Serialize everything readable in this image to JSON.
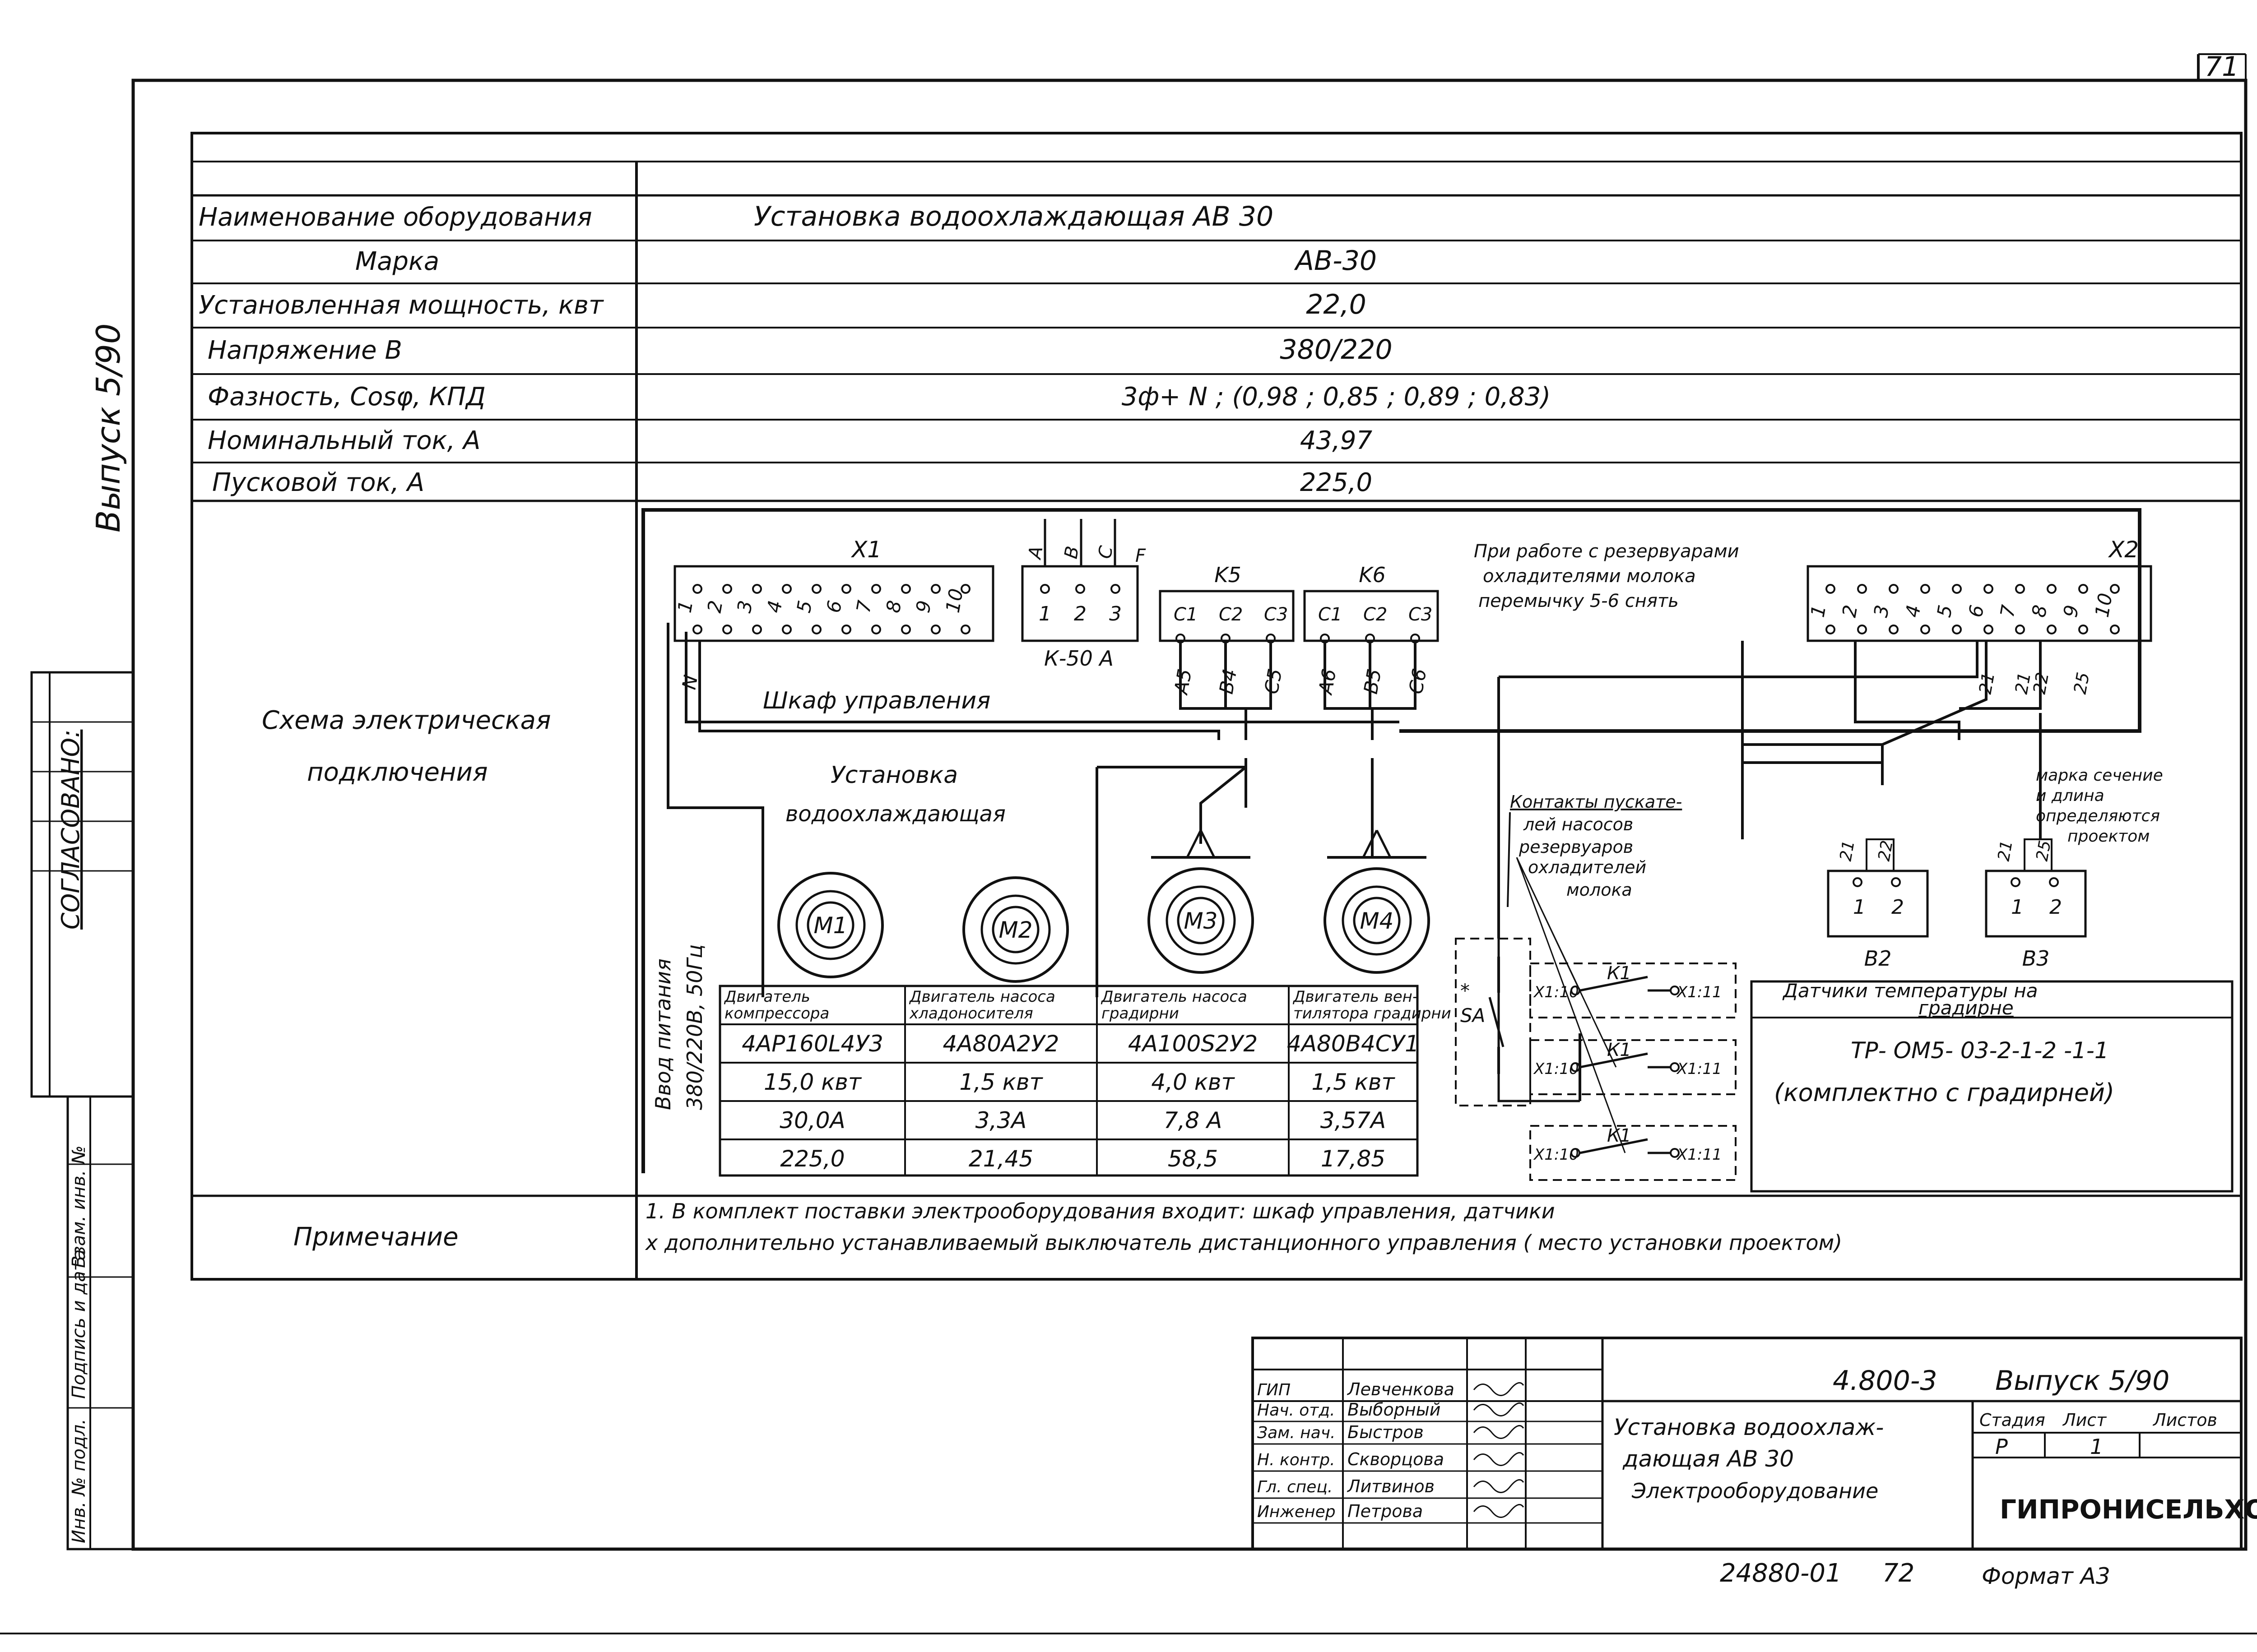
{
  "page_number": "71",
  "side_issue": "Выпуск 5/90",
  "side_agreed": "СОГЛАСОВАНО:",
  "side_fields": [
    "Инв. № подл.",
    "Подпись и дата",
    "Взам. инв. №"
  ],
  "rows": [
    {
      "label": "Наименование оборудования",
      "value": "Установка    водоохлаждающая АВ 30"
    },
    {
      "label": "Марка",
      "value": "АВ-30"
    },
    {
      "label": "Установленная мощность, квт",
      "value": "22,0"
    },
    {
      "label": "Напряжение  В",
      "value": "380/220"
    },
    {
      "label": "Фазность, Cosφ, КПД",
      "value": "3ф+ N ;  (0,98 ; 0,85 ; 0,89 ; 0,83)"
    },
    {
      "label": "Номинальный ток, А",
      "value": "43,97"
    },
    {
      "label": "Пусковой ток,  А",
      "value": "225,0"
    }
  ],
  "schema_label": [
    "Схема электрическая",
    "подключения"
  ],
  "note_label": "Примечание",
  "notes": [
    "1. В комплект поставки электрооборудования входит:  шкаф  управления,  датчики",
    "х  дополнительно  устанавливаемый  выключатель  дистанционного  управления ( место   установки   проектом)"
  ],
  "diagram": {
    "x1": "X1",
    "x2": "X2",
    "k5": "K5",
    "k6": "K6",
    "k50": "К-50 А",
    "x1_pins": [
      "1",
      "2",
      "3",
      "4",
      "5",
      "6",
      "7",
      "8",
      "9",
      "10"
    ],
    "x2_pins": [
      "1",
      "2",
      "3",
      "4",
      "5",
      "6",
      "7",
      "8",
      "9",
      "10"
    ],
    "k50_pins": [
      "1",
      "2",
      "3"
    ],
    "k50_phases": [
      "А",
      "В",
      "С",
      "F"
    ],
    "k5_pins": [
      "С1",
      "С2",
      "С3"
    ],
    "k6_pins": [
      "С1",
      "С2",
      "С3"
    ],
    "k5_wires": [
      "А5",
      "В4",
      "С5"
    ],
    "k6_wires": [
      "А6",
      "В5",
      "С6"
    ],
    "neutral": "N",
    "cabinet": "Шкаф   управления",
    "unit": [
      "Установка",
      "водоохлаждающая"
    ],
    "power_input": [
      "Ввод  питания",
      "380/220В, 50Гц"
    ],
    "motors": [
      "М1",
      "М2",
      "М3",
      "М4"
    ],
    "reservoir_note": [
      "При работе с резервуарами",
      "охладителями молока",
      "перемычку 5-6 снять"
    ],
    "contacts_note": [
      "Контакты пускате-",
      "лей  насосов",
      "резервуаров",
      "охладителей",
      "молока"
    ],
    "brand_note": [
      "марка сечение",
      "и  длина",
      "определяются",
      "проектом"
    ],
    "sensors": [
      "В2",
      "В3"
    ],
    "sensor_pins": [
      "1",
      "2"
    ],
    "sensor_wires_b2": [
      "21",
      "22"
    ],
    "sensor_wires_b3": [
      "21",
      "25"
    ],
    "x2_wires": [
      "21",
      "21",
      "22",
      "25"
    ],
    "sa": "SA",
    "star": "*",
    "k1": "К1",
    "x1_10": "Х1:10",
    "x1_11": "Х1:11",
    "temp_sensor_title": [
      "Датчики  температуры  на",
      "градирне"
    ],
    "temp_sensor_model": "ТР- ОМ5- 03-2-1-2 -1-1",
    "temp_sensor_note": "(комплектно с градирней)"
  },
  "motor_table": {
    "headers": [
      [
        "Двигатель",
        "компрессора"
      ],
      [
        "Двигатель насоса",
        "хладоносителя"
      ],
      [
        "Двигатель насоса",
        "градирни"
      ],
      [
        "Двигатель вен-",
        "тилятора градирни"
      ]
    ],
    "rows": [
      [
        "4АР160L4У3",
        "4А80А2У2",
        "4А100S2У2",
        "4А80В4СУ1"
      ],
      [
        "15,0 квт",
        "1,5 квт",
        "4,0 квт",
        "1,5 квт"
      ],
      [
        "30,0А",
        "3,3А",
        "7,8 А",
        "3,57А"
      ],
      [
        "225,0",
        "21,45",
        "58,5",
        "17,85"
      ]
    ]
  },
  "title_block": {
    "doc": "4.800-3",
    "issue": "Выпуск  5/90",
    "title": [
      "Установка  водоохлаж-",
      "дающая    АВ 30",
      "Электрооборудование"
    ],
    "staff": [
      {
        "role": "ГИП",
        "name": "Левченкова"
      },
      {
        "role": "Нач. отд.",
        "name": "Выборный"
      },
      {
        "role": "Зам. нач.",
        "name": "Быстров"
      },
      {
        "role": "Н. контр.",
        "name": "Скворцова"
      },
      {
        "role": "Гл. спец.",
        "name": "Литвинов"
      },
      {
        "role": "Инженер",
        "name": "Петрова"
      }
    ],
    "stage_label": "Стадия",
    "stage": "Р",
    "sheet_label": "Лист",
    "sheet": "1",
    "sheets_label": "Листов",
    "sheets": "",
    "org": "ГИПРОНИСЕЛЬХОЗ"
  },
  "bottom_code": "24880-01",
  "bottom_num": "72",
  "format": "Формат  А3"
}
